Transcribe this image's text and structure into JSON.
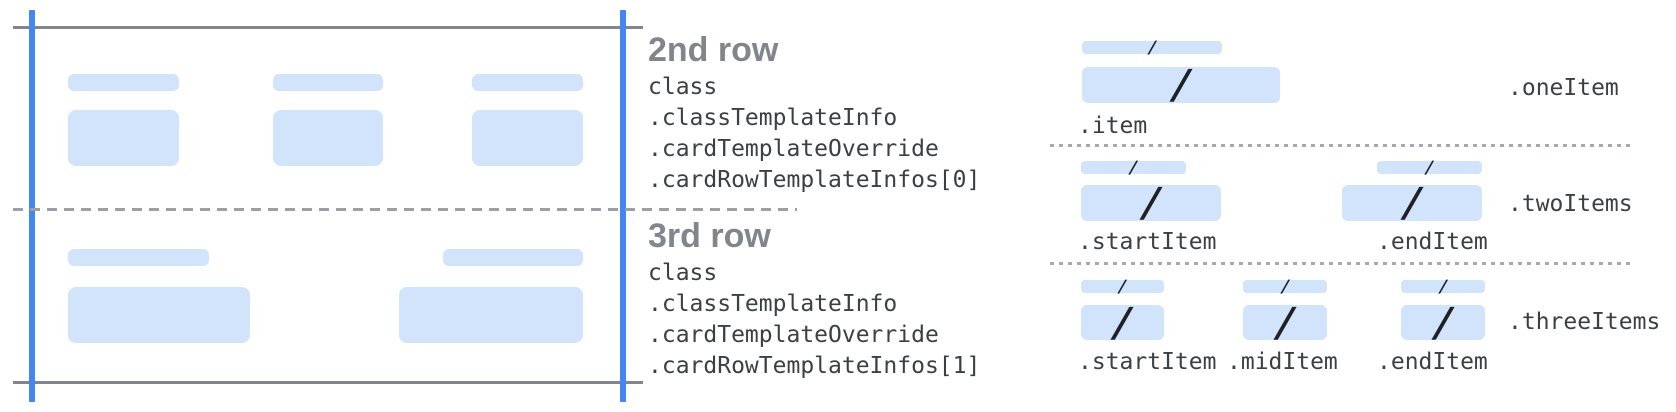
{
  "diagram_title": "wallet-card-row-template-diagram",
  "glyphs": {
    "slash": "/"
  },
  "colors": {
    "placeholder_fill": "#d2e3fc",
    "edge_guide_blue": "#4285f4",
    "frame_gray": "#80868b",
    "dashed_line_gray": "#9aa0a6",
    "heading_gray": "#80868b",
    "code_text": "#3c4043",
    "slash_glyph": "#202124"
  },
  "annotations": {
    "row2": {
      "title": "2nd row",
      "code": [
        "class",
        ".classTemplateInfo",
        ".cardTemplateOverride",
        ".cardRowTemplateInfos[0]"
      ]
    },
    "row3": {
      "title": "3rd row",
      "code": [
        "class",
        ".classTemplateInfo",
        ".cardTemplateOverride",
        ".cardRowTemplateInfos[1]"
      ]
    }
  },
  "right": {
    "sections": [
      {
        "variant_label": ".oneItem",
        "item_labels": [
          ".item"
        ]
      },
      {
        "variant_label": ".twoItems",
        "item_labels": [
          ".startItem",
          ".endItem"
        ]
      },
      {
        "variant_label": ".threeItems",
        "item_labels": [
          ".startItem",
          ".midItem",
          ".endItem"
        ]
      }
    ]
  }
}
